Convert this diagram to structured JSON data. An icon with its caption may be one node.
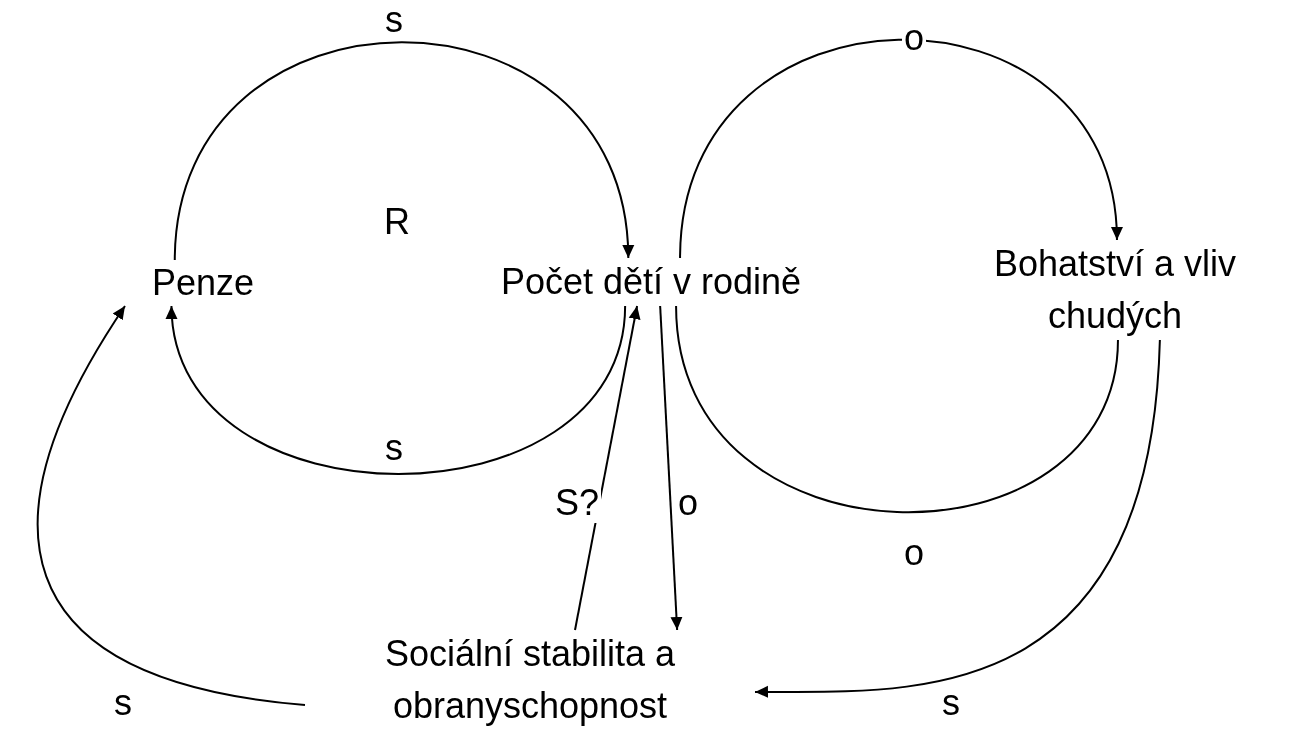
{
  "diagram": {
    "nodes": [
      {
        "text": [
          "Penze"
        ]
      },
      {
        "text": [
          "Počet dětí v rodině"
        ]
      },
      {
        "text": [
          "Bohatství a vliv chudých"
        ]
      },
      {
        "text": [
          "Sociální stabilita a obranyschopnost"
        ]
      }
    ],
    "edges": [
      {
        "from": 0,
        "to": 1,
        "arrow": "to",
        "label": "s"
      },
      {
        "from": 1,
        "to": 0,
        "arrow": "to",
        "label": "s"
      },
      {
        "from": 1,
        "to": 2,
        "arrow": "to",
        "label": "o"
      },
      {
        "from": 2,
        "to": 1,
        "arrow": "none",
        "label": "o"
      },
      {
        "from": 2,
        "to": 3,
        "arrow": "to",
        "label": "s"
      },
      {
        "from": 3,
        "to": 1,
        "arrow": "to",
        "label": "S?"
      },
      {
        "from": 1,
        "to": 3,
        "arrow": "to",
        "label": "o"
      },
      {
        "from": 3,
        "to": 0,
        "arrow": "to",
        "label": "s"
      }
    ],
    "labels": [
      "R"
    ]
  }
}
